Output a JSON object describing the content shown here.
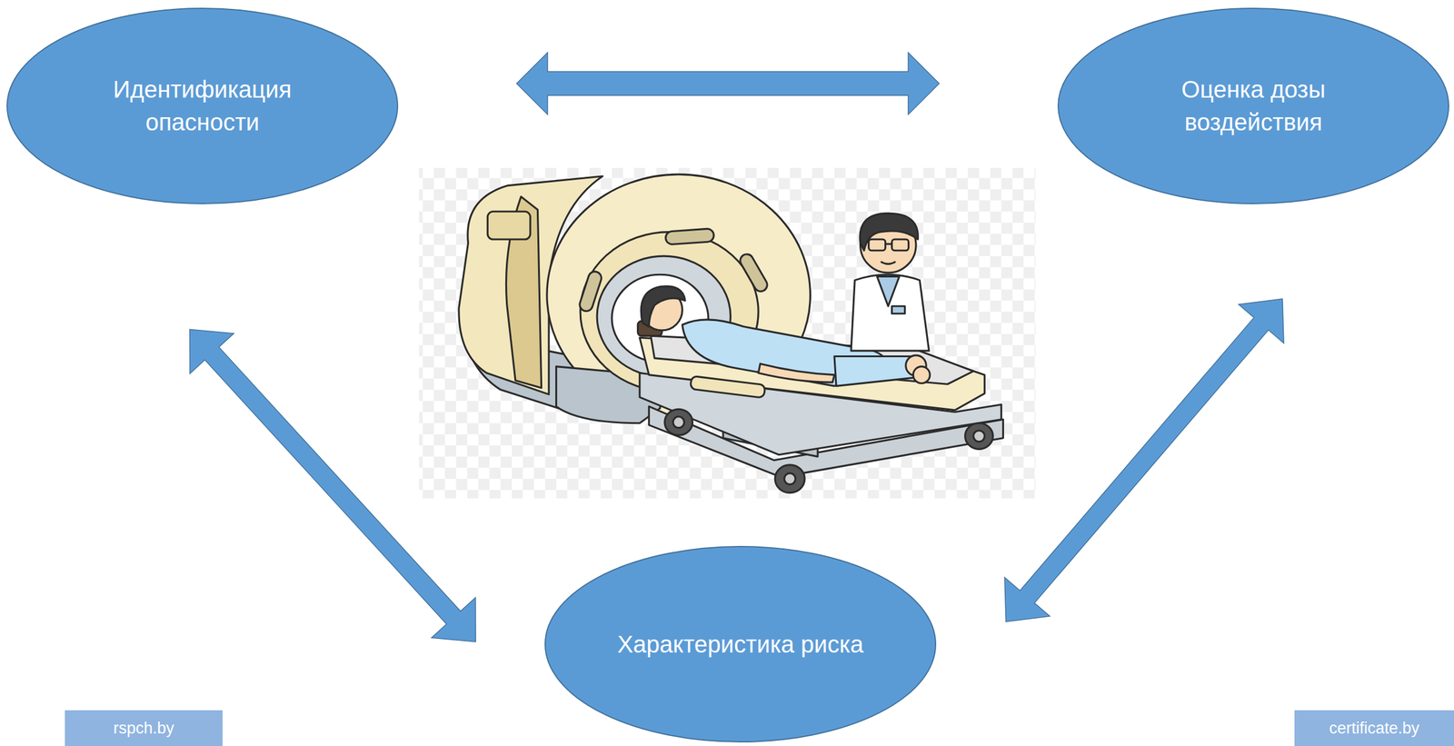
{
  "diagram": {
    "nodes": [
      {
        "text": [
          "Идентификация опасности"
        ]
      },
      {
        "text": [
          "Оценка дозы воздействия"
        ]
      },
      {
        "text": [
          "Характеристика риска"
        ]
      }
    ],
    "edges": [
      {
        "from": 0,
        "to": 1,
        "arrow": "both"
      },
      {
        "from": 0,
        "to": 2,
        "arrow": "both"
      },
      {
        "from": 1,
        "to": 2,
        "arrow": "both"
      }
    ],
    "labels": [
      "rspch.by",
      "certificate.by"
    ]
  }
}
